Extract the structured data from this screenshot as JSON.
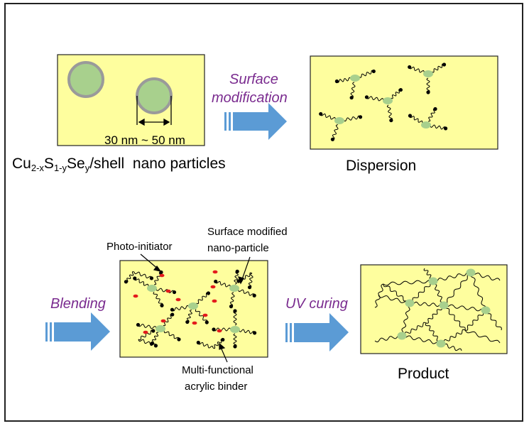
{
  "panels": {
    "particles": {
      "size_range": "30 nm ~ 50 nm",
      "formula": {
        "p1": "Cu",
        "s1": "2-x",
        "p2": "S",
        "s2": "1-y",
        "p3": "Se",
        "s3": "y",
        "p4": "/shell",
        "tail": "nano particles"
      }
    },
    "dispersion": {
      "caption": "Dispersion"
    },
    "blend": {
      "photo_initiator": "Photo-initiator",
      "surface_modified_line1": "Surface modified",
      "surface_modified_line2": "nano-particle",
      "binder_line1": "Multi-functional",
      "binder_line2": "acrylic binder"
    },
    "product": {
      "caption": "Product"
    }
  },
  "steps": {
    "surface_modification_line1": "Surface",
    "surface_modification_line2": "modification",
    "blending": "Blending",
    "uv_curing": "UV curing"
  },
  "colors": {
    "panel_fill": "#fefe9e",
    "particle_fill": "#a8d08d",
    "particle_ring": "#9a9a9a",
    "arrow": "#5b9bd5",
    "step_text": "#7a2b8f",
    "initiator": "#e31a1c"
  }
}
